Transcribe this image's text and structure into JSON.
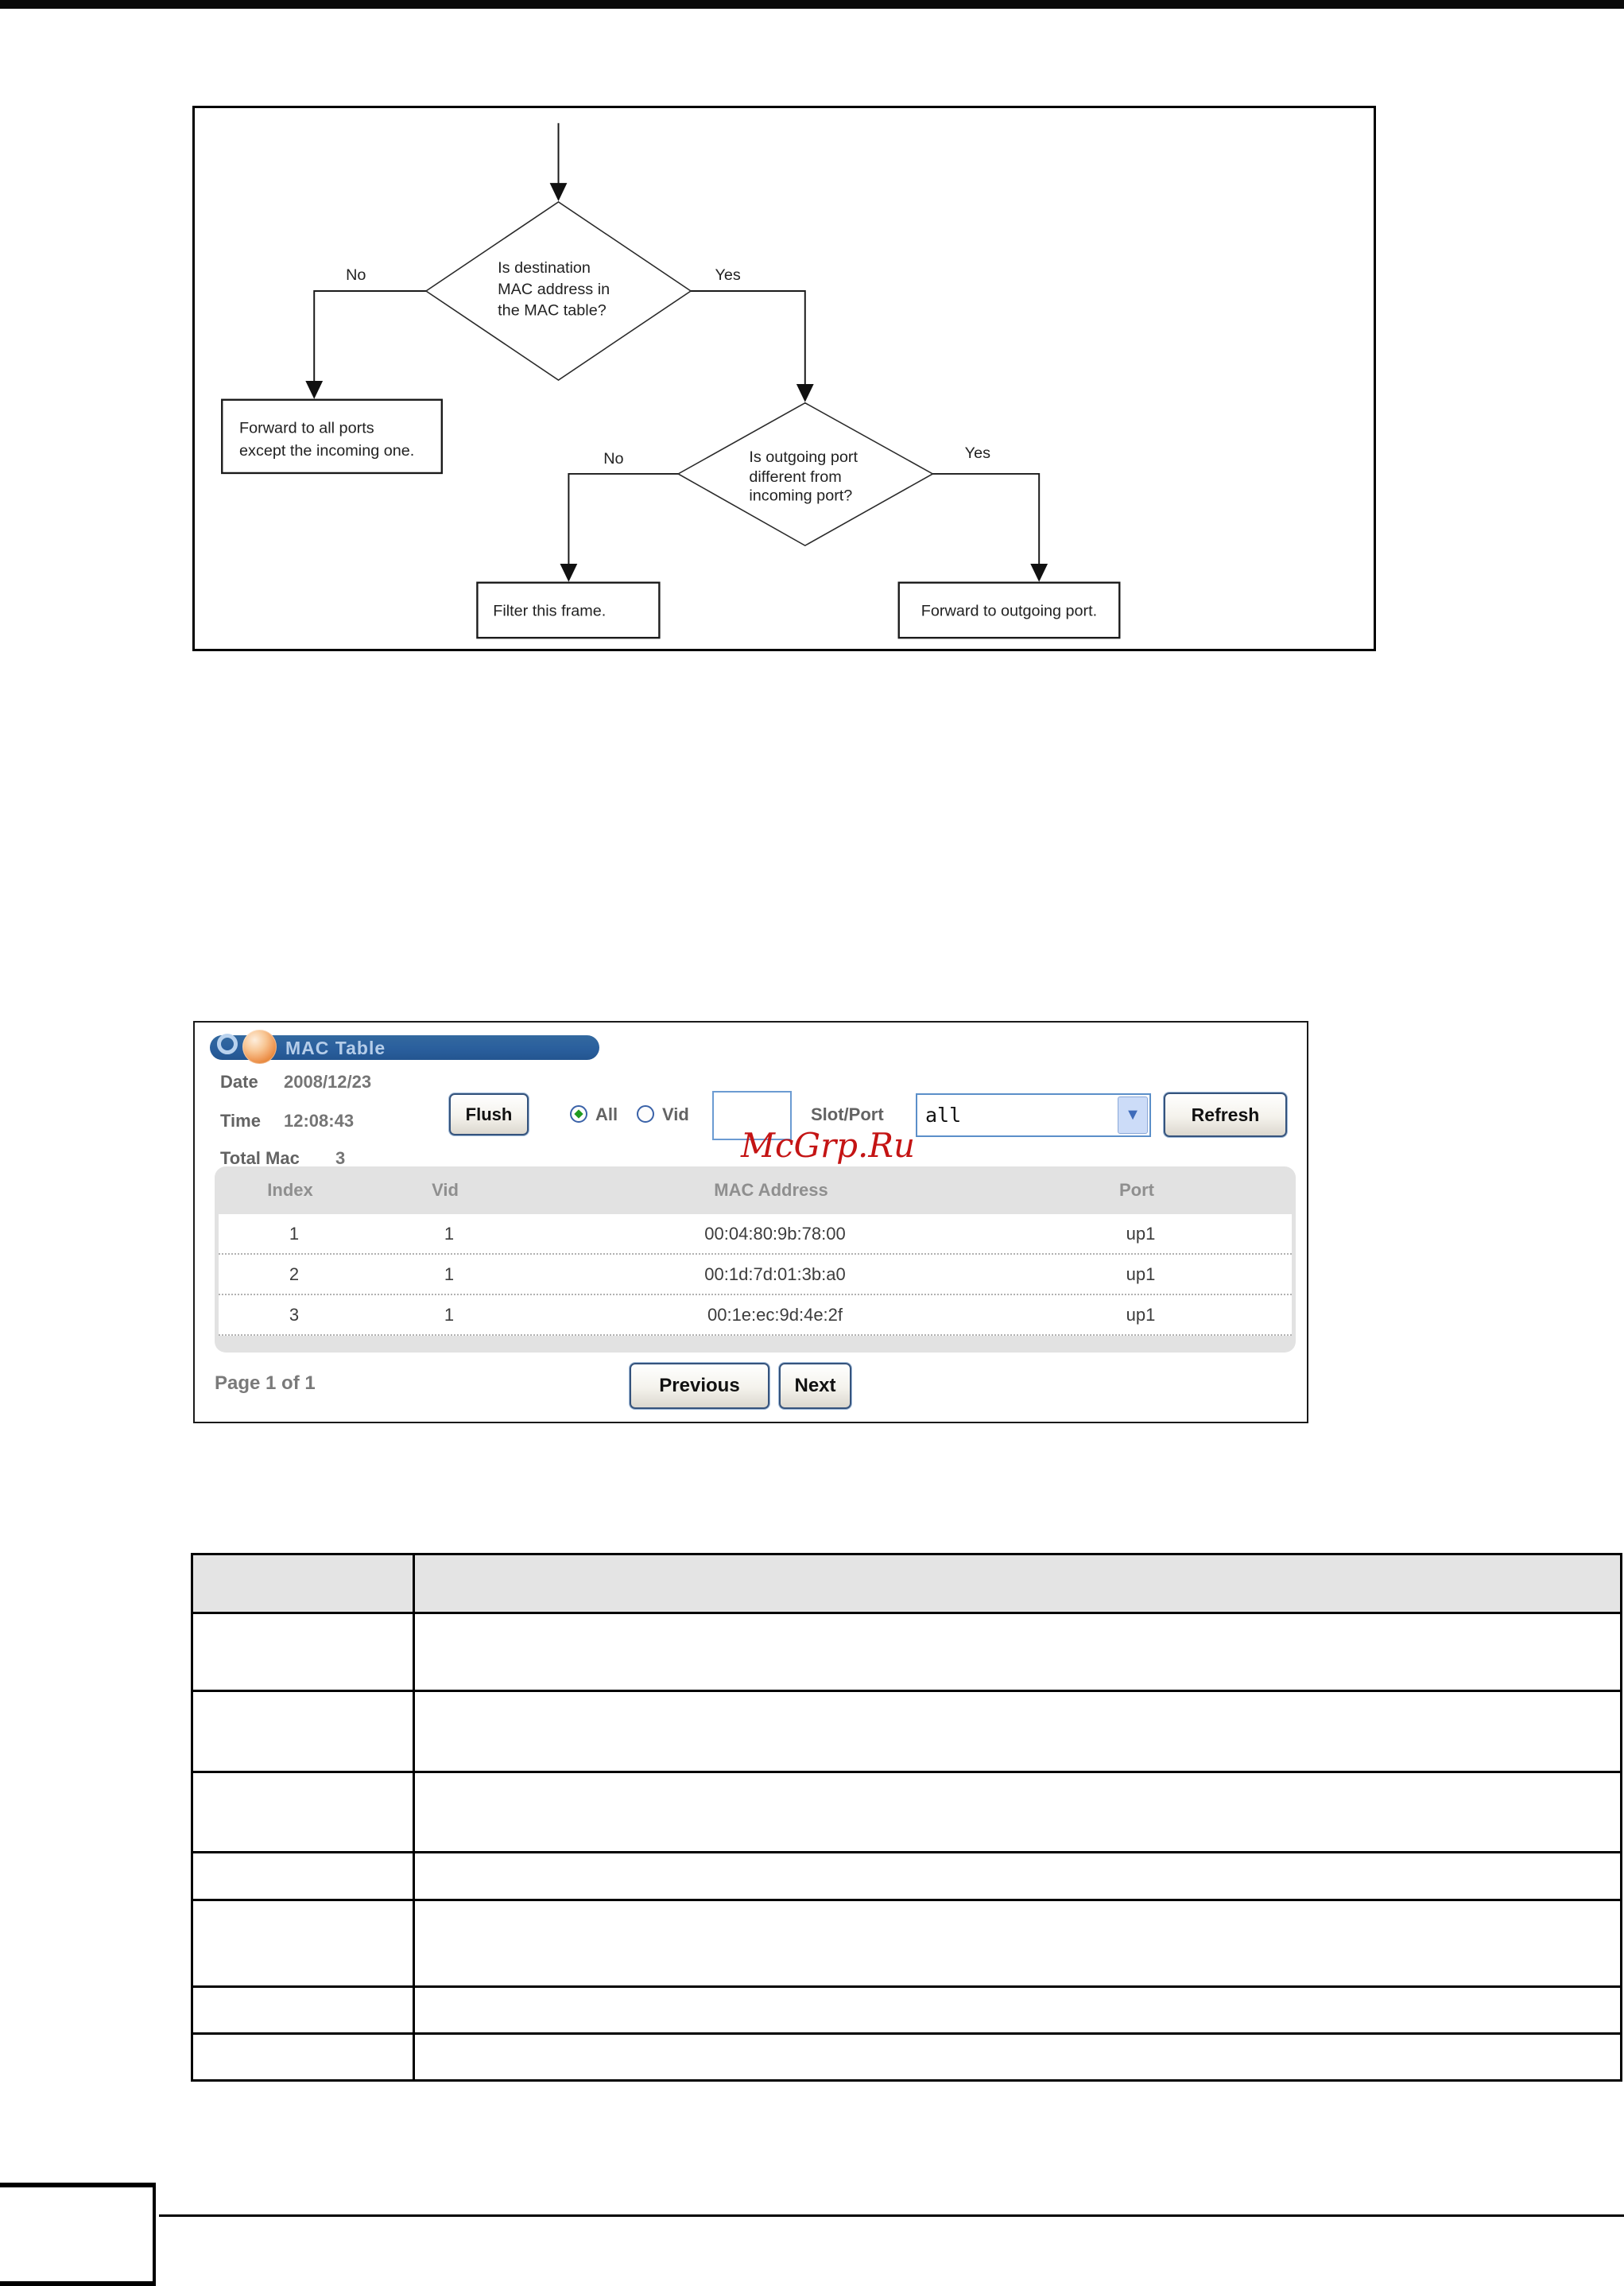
{
  "flowchart": {
    "labels": {
      "no1": "No",
      "yes1": "Yes",
      "no2": "No",
      "yes2": "Yes"
    },
    "d1_lines": [
      "Is destination",
      "MAC address in",
      "the MAC table?"
    ],
    "d2_lines": [
      "Is outgoing port",
      "different from",
      "incoming port?"
    ],
    "box_no_match_lines": [
      "Forward to all ports",
      "except the incoming one."
    ],
    "box_filter": "Filter this frame.",
    "box_forward": "Forward to outgoing port."
  },
  "mac_table_ui": {
    "title": "MAC Table",
    "info": {
      "date_label": "Date",
      "date_value": "2008/12/23",
      "time_label": "Time",
      "time_value": "12:08:43",
      "total_label": "Total Mac",
      "total_value": "3"
    },
    "flush_label": "Flush",
    "radio_all_label": "All",
    "radio_vid_label": "Vid",
    "vid_value": "",
    "slot_port_label": "Slot/Port",
    "slot_port_value": "all",
    "refresh_label": "Refresh",
    "table": {
      "headers": [
        "Index",
        "Vid",
        "MAC Address",
        "Port"
      ],
      "rows": [
        [
          "1",
          "1",
          "00:04:80:9b:78:00",
          "up1"
        ],
        [
          "2",
          "1",
          "00:1d:7d:01:3b:a0",
          "up1"
        ],
        [
          "3",
          "1",
          "00:1e:ec:9d:4e:2f",
          "up1"
        ]
      ]
    },
    "pagination": "Page 1 of  1",
    "previous_label": "Previous",
    "next_label": "Next"
  },
  "watermark": "McGrp.Ru",
  "colors": {
    "title_bar_blue": "#2a5f9d",
    "title_text_blue": "#b5cde9",
    "orb_orange": "#e8813a",
    "label_gray": "#636363",
    "watermark_red": "#c41414",
    "radio_selected_green": "#1f9a1f"
  }
}
